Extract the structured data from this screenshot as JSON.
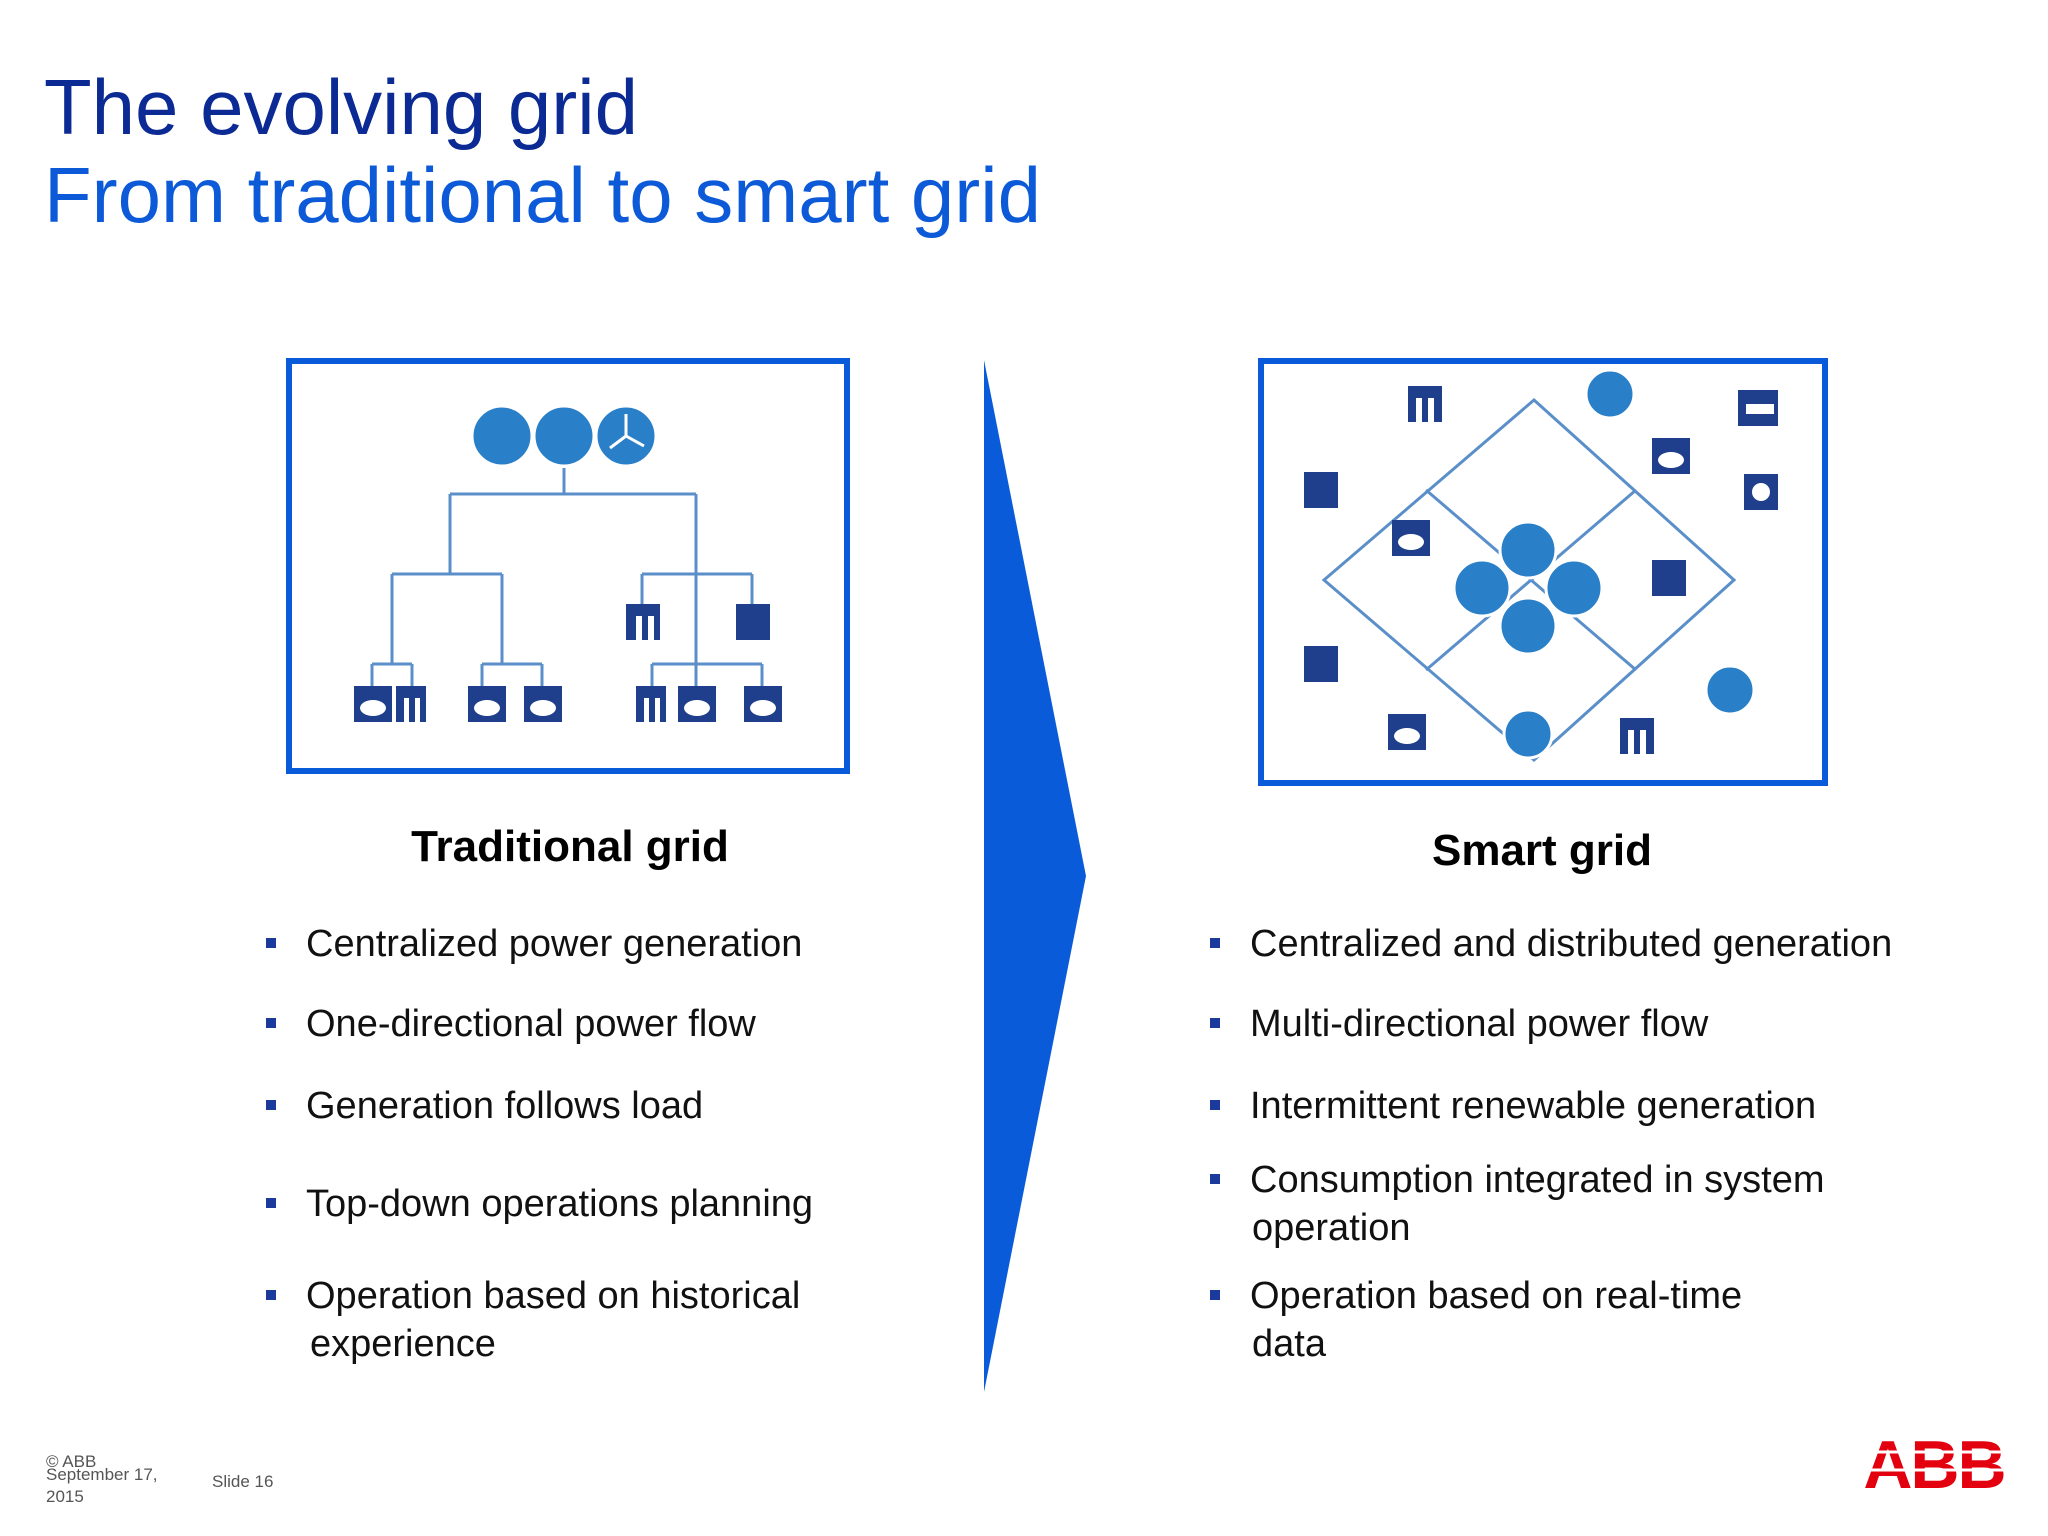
{
  "slide": {
    "title": "The evolving grid",
    "subtitle": "From traditional to smart grid"
  },
  "traditional": {
    "heading": "Traditional grid",
    "bullets": [
      "Centralized power generation",
      "One-directional power flow",
      "Generation follows load",
      "Top-down operations planning",
      "Operation based on historical",
      "experience"
    ]
  },
  "smart": {
    "heading": "Smart grid",
    "bullets": [
      "Centralized and distributed generation",
      "Multi-directional power flow",
      "Intermittent renewable generation",
      "Consumption integrated in system",
      "operation",
      "Operation based on real-time",
      "data"
    ]
  },
  "footer": {
    "copyright": "© ABB",
    "date": "September 17, 2015",
    "slide": "Slide 16",
    "logo": "ABB"
  },
  "colors": {
    "title": "#0b2a94",
    "subtitle": "#0d5ad8",
    "accent": "#0a5bd9",
    "logo": "#e3000f"
  }
}
